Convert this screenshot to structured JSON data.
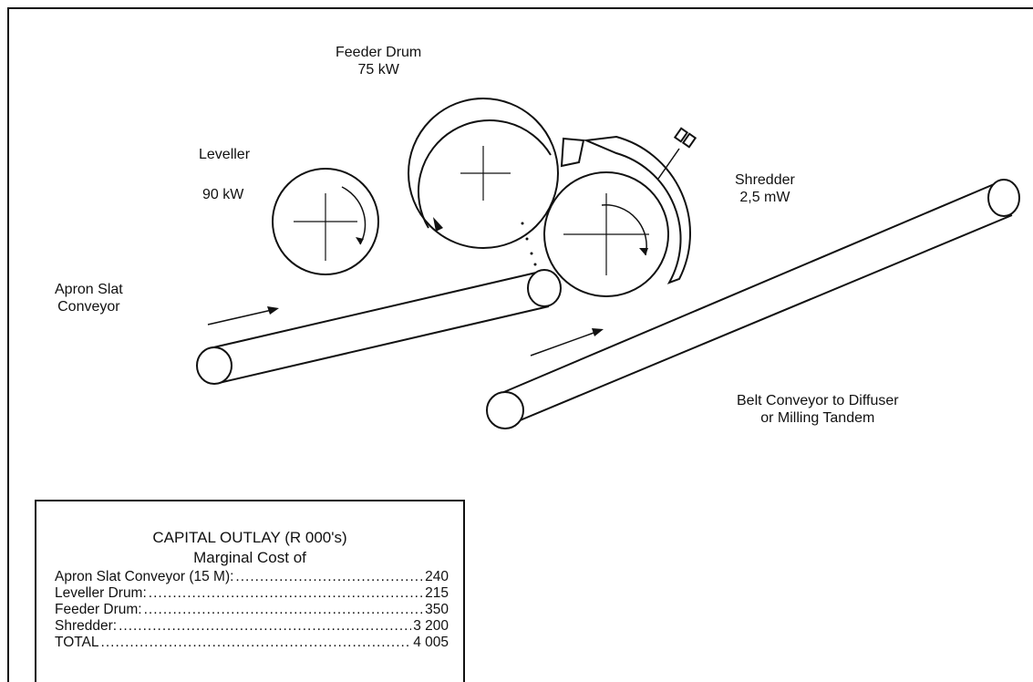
{
  "labels": {
    "feeder_drum": {
      "name": "Feeder Drum",
      "power": "75 kW"
    },
    "leveller": {
      "name": "Leveller",
      "power": "90 kW"
    },
    "shredder": {
      "name": "Shredder",
      "power": "2,5 mW"
    },
    "apron_conveyor": {
      "line1": "Apron Slat",
      "line2": "Conveyor"
    },
    "belt_conveyor": {
      "line1": "Belt Conveyor to Diffuser",
      "line2": "or Milling Tandem"
    }
  },
  "capital_outlay": {
    "title": "CAPITAL OUTLAY (R 000's)",
    "subtitle": "Marginal Cost of",
    "items": [
      {
        "label": "Apron Slat Conveyor (15 M):",
        "value": "240"
      },
      {
        "label": "Leveller Drum:",
        "value": "215"
      },
      {
        "label": "Feeder Drum:",
        "value": "350"
      },
      {
        "label": "Shredder:",
        "value": "3 200"
      },
      {
        "label": "TOTAL",
        "value": "4 005"
      }
    ]
  },
  "colors": {
    "ink": "#111111",
    "paper": "#ffffff"
  }
}
